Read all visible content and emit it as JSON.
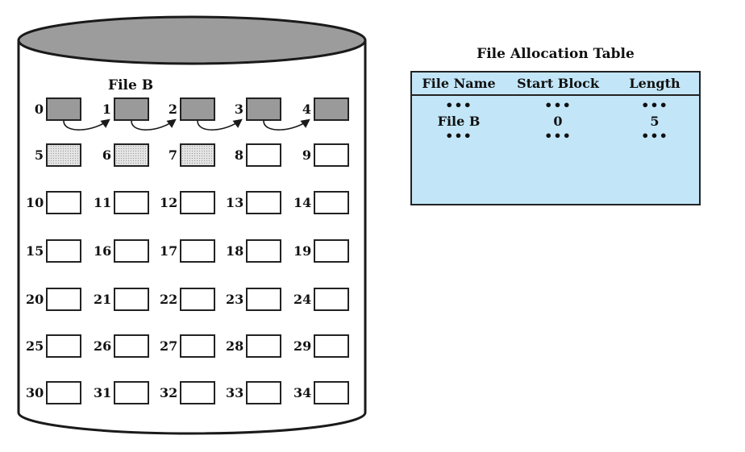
{
  "disk": {
    "file_label": "File B",
    "blocks": [
      {
        "num": "0",
        "state": "used"
      },
      {
        "num": "1",
        "state": "used"
      },
      {
        "num": "2",
        "state": "used"
      },
      {
        "num": "3",
        "state": "used"
      },
      {
        "num": "4",
        "state": "used"
      },
      {
        "num": "5",
        "state": "reserved"
      },
      {
        "num": "6",
        "state": "reserved"
      },
      {
        "num": "7",
        "state": "reserved"
      },
      {
        "num": "8",
        "state": "free"
      },
      {
        "num": "9",
        "state": "free"
      },
      {
        "num": "10",
        "state": "free"
      },
      {
        "num": "11",
        "state": "free"
      },
      {
        "num": "12",
        "state": "free"
      },
      {
        "num": "13",
        "state": "free"
      },
      {
        "num": "14",
        "state": "free"
      },
      {
        "num": "15",
        "state": "free"
      },
      {
        "num": "16",
        "state": "free"
      },
      {
        "num": "17",
        "state": "free"
      },
      {
        "num": "18",
        "state": "free"
      },
      {
        "num": "19",
        "state": "free"
      },
      {
        "num": "20",
        "state": "free"
      },
      {
        "num": "21",
        "state": "free"
      },
      {
        "num": "22",
        "state": "free"
      },
      {
        "num": "23",
        "state": "free"
      },
      {
        "num": "24",
        "state": "free"
      },
      {
        "num": "25",
        "state": "free"
      },
      {
        "num": "26",
        "state": "free"
      },
      {
        "num": "27",
        "state": "free"
      },
      {
        "num": "28",
        "state": "free"
      },
      {
        "num": "29",
        "state": "free"
      },
      {
        "num": "30",
        "state": "free"
      },
      {
        "num": "31",
        "state": "free"
      },
      {
        "num": "32",
        "state": "free"
      },
      {
        "num": "33",
        "state": "free"
      },
      {
        "num": "34",
        "state": "free"
      }
    ],
    "chain": [
      [
        0,
        1
      ],
      [
        1,
        2
      ],
      [
        2,
        3
      ],
      [
        3,
        4
      ]
    ]
  },
  "fat": {
    "title": "File Allocation Table",
    "headers": [
      "File Name",
      "Start Block",
      "Length"
    ],
    "rows": [
      [
        "•••",
        "•••",
        "•••"
      ],
      [
        "File B",
        "0",
        "5"
      ],
      [
        "•••",
        "•••",
        "•••"
      ]
    ]
  },
  "colors": {
    "used_block": "#9a9a9a",
    "reserved_block": "#e4e4e4",
    "table_background": "#c2e6f8",
    "disk_top": "#9c9c9c"
  }
}
